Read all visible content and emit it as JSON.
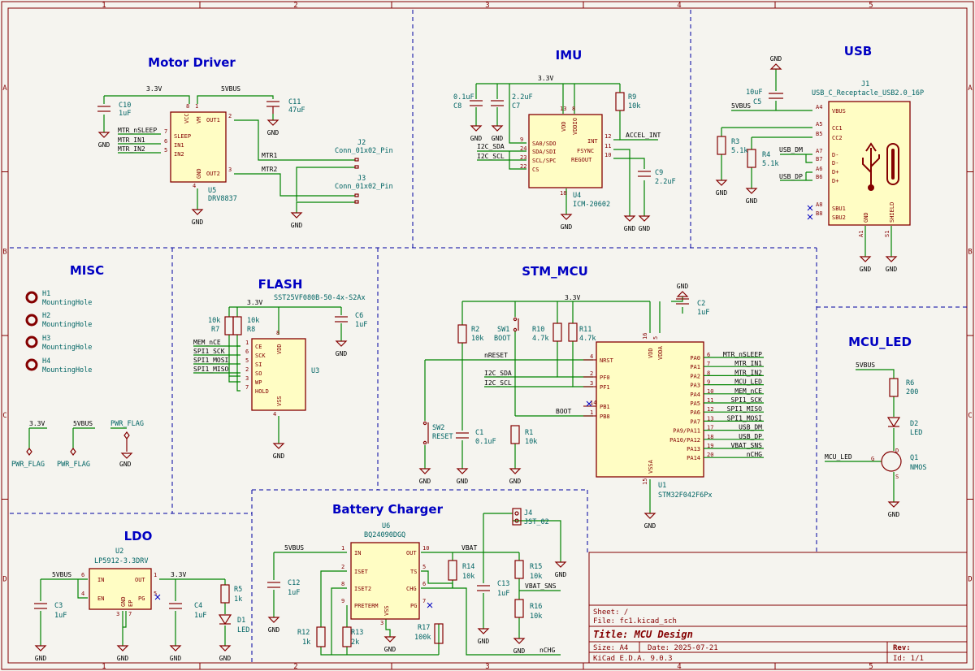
{
  "border": {
    "cols": [
      "1",
      "2",
      "3",
      "4",
      "5"
    ],
    "rows": [
      "A",
      "B",
      "C",
      "D"
    ]
  },
  "blocks": {
    "motor": "Motor Driver",
    "imu": "IMU",
    "usb": "USB",
    "misc": "MISC",
    "flash": "FLASH",
    "stm": "STM_MCU",
    "mcu_led": "MCU_LED",
    "ldo": "LDO",
    "charger": "Battery Charger"
  },
  "motor": {
    "c10": {
      "ref": "C10",
      "val": "1uF"
    },
    "c11": {
      "ref": "C11",
      "val": "47uF"
    },
    "u5": {
      "ref": "U5",
      "val": "DRV8837"
    },
    "j2": {
      "ref": "J2",
      "val": "Conn_01x02_Pin"
    },
    "j3": {
      "ref": "J3",
      "val": "Conn_01x02_Pin"
    },
    "nets": {
      "v33": "3.3V",
      "v5": "5VBUS",
      "mtr1": "MTR1",
      "mtr2": "MTR2",
      "sleep": "MTR_nSLEEP",
      "in1": "MTR_IN1",
      "in2": "MTR_IN2"
    },
    "pins": {
      "vcc": "VCC",
      "vm": "VM",
      "out1": "OUT1",
      "out2": "OUT2",
      "sleep": "SLEEP",
      "in1": "IN1",
      "in2": "IN2",
      "gnd": "GND"
    },
    "pnums": {
      "vcc": "8",
      "vm": "1",
      "out1": "2",
      "out2": "3",
      "sleep": "7",
      "in1": "6",
      "in2": "5",
      "gnd": "4"
    }
  },
  "imu": {
    "c8": {
      "ref": "C8",
      "val": "0.1uF"
    },
    "c7": {
      "ref": "C7",
      "val": "2.2uF"
    },
    "r9": {
      "ref": "R9",
      "val": "10k"
    },
    "c9": {
      "ref": "C9",
      "val": "2.2uF"
    },
    "u4": {
      "ref": "U4",
      "val": "ICM-20602"
    },
    "nets": {
      "v33": "3.3V",
      "accel": "ACCEL_INT",
      "sda": "I2C_SDA",
      "scl": "I2C_SCL"
    },
    "pins": {
      "vdd": "VDD",
      "vddio": "VDDIO",
      "sa0": "SA0/SDO",
      "sda": "SDA/SDI",
      "scl": "SCL/SPC",
      "cs": "CS",
      "int": "INT",
      "fsync": "FSYNC",
      "regout": "REGOUT",
      "gnd": "GND"
    },
    "pnums": {
      "vdd": "13",
      "vddio": "8",
      "sa0": "9",
      "sda": "24",
      "scl": "23",
      "cs": "22",
      "int": "12",
      "fsync": "11",
      "regout": "10",
      "gnd": "18"
    }
  },
  "usb": {
    "c5": {
      "ref": "C5",
      "val": "10uF"
    },
    "r3": {
      "ref": "R3",
      "val": "5.1k"
    },
    "r4": {
      "ref": "R4",
      "val": "5.1k"
    },
    "j1": {
      "ref": "J1",
      "val": "USB_C_Receptacle_USB2.0_16P"
    },
    "nets": {
      "v5": "5VBUS",
      "dm": "USB_DM",
      "dp": "USB_DP"
    },
    "pins": {
      "vbus": "VBUS",
      "cc1": "CC1",
      "cc2": "CC2",
      "dm1": "D-",
      "dm2": "D-",
      "dp1": "D+",
      "dp2": "D+",
      "sbu1": "SBU1",
      "sbu2": "SBU2",
      "gnd": "GND",
      "shield": "SHIELD"
    },
    "pnums": {
      "vbus": "A4",
      "cc1": "A5",
      "cc2": "B5",
      "dm1": "A7",
      "dm2": "B7",
      "dp1": "A6",
      "dp2": "B6",
      "sbu1": "A8",
      "sbu2": "B8",
      "gnd": "A1",
      "shield": "S1"
    }
  },
  "misc": {
    "holes": [
      {
        "ref": "H1",
        "val": "MountingHole"
      },
      {
        "ref": "H2",
        "val": "MountingHole"
      },
      {
        "ref": "H3",
        "val": "MountingHole"
      },
      {
        "ref": "H4",
        "val": "MountingHole"
      }
    ],
    "flags": [
      {
        "net": "3.3V",
        "val": "PWR_FLAG"
      },
      {
        "net": "5VBUS",
        "val": "PWR_FLAG"
      },
      {
        "net": "PWR_FLAG",
        "val": "GND"
      }
    ]
  },
  "flash": {
    "r7": {
      "ref": "R7",
      "val": "10k"
    },
    "r8": {
      "ref": "R8",
      "val": "10k"
    },
    "c6": {
      "ref": "C6",
      "val": "1uF"
    },
    "u3": {
      "ref": "U3",
      "val": "SST25VF080B-50-4x-S2Ax"
    },
    "nets": {
      "v33": "3.3V",
      "ce": "MEM_nCE",
      "sck": "SPI1_SCK",
      "mosi": "SPI1_MOSI",
      "miso": "SPI1_MISO"
    },
    "pins": {
      "ce": "CE",
      "sck": "SCK",
      "si": "SI",
      "so": "SO",
      "wp": "WP",
      "hold": "HOLD",
      "vdd": "VDD",
      "vss": "VSS"
    },
    "pnums": {
      "ce": "1",
      "sck": "6",
      "si": "5",
      "so": "2",
      "wp": "3",
      "hold": "7",
      "vdd": "8",
      "vss": "4"
    }
  },
  "stm": {
    "c2": {
      "ref": "C2",
      "val": "1uF"
    },
    "r2": {
      "ref": "R2",
      "val": "10k"
    },
    "sw1": {
      "ref": "SW1",
      "val": "BOOT"
    },
    "r10": {
      "ref": "R10",
      "val": "4.7k"
    },
    "r11": {
      "ref": "R11",
      "val": "4.7k"
    },
    "sw2": {
      "ref": "SW2",
      "val": "RESET"
    },
    "c1": {
      "ref": "C1",
      "val": "0.1uF"
    },
    "r1": {
      "ref": "R1",
      "val": "10k"
    },
    "u1": {
      "ref": "U1",
      "val": "STM32F042F6Px"
    },
    "nets": {
      "v33": "3.3V",
      "nreset": "nRESET",
      "sda": "I2C_SDA",
      "scl": "I2C_SCL",
      "boot": "BOOT"
    },
    "lpins": [
      {
        "name": "NRST",
        "num": "4"
      },
      {
        "name": "PF0",
        "num": "2"
      },
      {
        "name": "PF1",
        "num": "3"
      },
      {
        "name": "PB1",
        "num": "14"
      },
      {
        "name": "PB8",
        "num": "1"
      }
    ],
    "rpins": [
      {
        "name": "PA0",
        "num": "6",
        "net": "MTR_nSLEEP"
      },
      {
        "name": "PA1",
        "num": "7",
        "net": "MTR_IN1"
      },
      {
        "name": "PA2",
        "num": "8",
        "net": "MTR_IN2"
      },
      {
        "name": "PA3",
        "num": "9",
        "net": "MCU_LED"
      },
      {
        "name": "PA4",
        "num": "10",
        "net": "MEM_nCE"
      },
      {
        "name": "PA5",
        "num": "11",
        "net": "SPI1_SCK"
      },
      {
        "name": "PA6",
        "num": "12",
        "net": "SPI1_MISO"
      },
      {
        "name": "PA7",
        "num": "13",
        "net": "SPI1_MOSI"
      },
      {
        "name": "PA9/PA11",
        "num": "17",
        "net": "USB_DM"
      },
      {
        "name": "PA10/PA12",
        "num": "18",
        "net": "USB_DP"
      },
      {
        "name": "PA13",
        "num": "19",
        "net": "VBAT_SNS"
      },
      {
        "name": "PA14",
        "num": "20",
        "net": "nCHG"
      }
    ],
    "tpins": {
      "vdd": "VDD",
      "vdda": "VDDA",
      "vss": "VSSA",
      "vdd_n": "16",
      "vdda_n": "5",
      "vss_n": "15"
    }
  },
  "led": {
    "r6": {
      "ref": "R6",
      "val": "200"
    },
    "d2": {
      "ref": "D2",
      "val": "LED"
    },
    "q1": {
      "ref": "Q1",
      "val": "NMOS"
    },
    "nets": {
      "v5": "5VBUS",
      "led": "MCU_LED"
    },
    "pins": {
      "g": "G",
      "d": "D",
      "s": "S"
    }
  },
  "ldo": {
    "u2": {
      "ref": "U2",
      "val": "LP5912-3.3DRV"
    },
    "c3": {
      "ref": "C3",
      "val": "1uF"
    },
    "c4": {
      "ref": "C4",
      "val": "1uF"
    },
    "r5": {
      "ref": "R5",
      "val": "1k"
    },
    "d1": {
      "ref": "D1",
      "val": "LED"
    },
    "nets": {
      "v5": "5VBUS",
      "v33": "3.3V"
    },
    "pins": {
      "in": "IN",
      "out": "OUT",
      "en": "EN",
      "gnd": "GND",
      "ep": "EP",
      "pg": "PG"
    },
    "pnums": {
      "in": "6",
      "out": "1",
      "en": "4",
      "gnd": "3",
      "ep": "7",
      "pg": "5"
    }
  },
  "charger": {
    "u6": {
      "ref": "U6",
      "val": "BQ24090DGQ"
    },
    "j4": {
      "ref": "J4",
      "val": "JST_02"
    },
    "c12": {
      "ref": "C12",
      "val": "1uF"
    },
    "r12": {
      "ref": "R12",
      "val": "1k"
    },
    "r13": {
      "ref": "R13",
      "val": "2k"
    },
    "r17": {
      "ref": "R17",
      "val": "100k"
    },
    "r14": {
      "ref": "R14",
      "val": "10k"
    },
    "c13": {
      "ref": "C13",
      "val": "1uF"
    },
    "r15": {
      "ref": "R15",
      "val": "10k"
    },
    "r16": {
      "ref": "R16",
      "val": "10k"
    },
    "nets": {
      "v5": "5VBUS",
      "vbat": "VBAT",
      "vbat_sns": "VBAT_SNS",
      "nchg": "nCHG"
    },
    "pins": {
      "in": "IN",
      "iset": "ISET",
      "iset2": "ISET2",
      "preterm": "PRETERM",
      "vss": "VSS",
      "out": "OUT",
      "ts": "TS",
      "chg": "CHG",
      "pg": "PG"
    },
    "pnums": {
      "in": "1",
      "iset": "2",
      "iset2": "8",
      "preterm": "9",
      "vss": "3",
      "out": "10",
      "ts": "5",
      "chg": "6",
      "pg": "7"
    }
  },
  "gnd": "GND",
  "titleblock": {
    "sheet": "Sheet: /",
    "file": "File: fc1.kicad_sch",
    "title": "Title: MCU Design",
    "size": "Size: A4",
    "date": "Date: 2025-07-21",
    "rev": "Rev:",
    "tool": "KiCad E.D.A. 9.0.3",
    "id": "Id: 1/1"
  }
}
